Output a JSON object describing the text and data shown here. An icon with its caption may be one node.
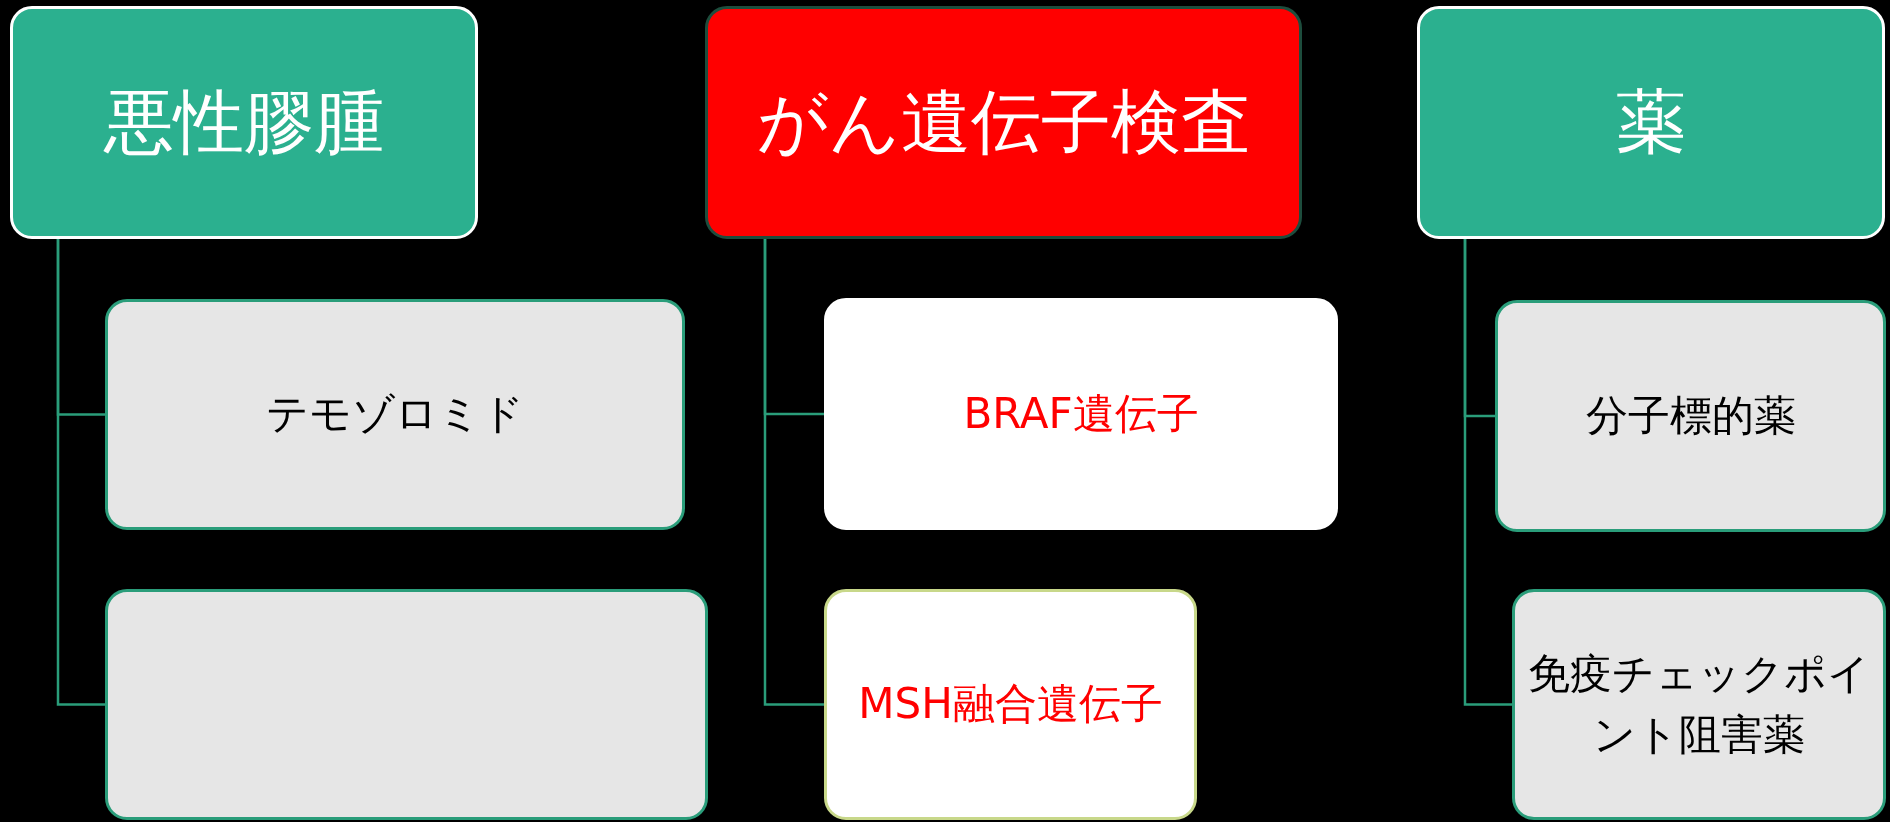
{
  "diagram": {
    "nodes": [
      {
        "text": [
          "悪性膠腫"
        ]
      },
      {
        "text": [
          "テモゾロミド"
        ]
      },
      {
        "text": [],
        "shape": "box"
      },
      {
        "text": [
          "がん遺伝子検査"
        ]
      },
      {
        "text": [
          "BRAF遺伝子"
        ]
      },
      {
        "text": [
          "MSH融合遺伝子"
        ]
      },
      {
        "text": [
          "薬"
        ]
      },
      {
        "text": [
          "分子標的薬"
        ]
      },
      {
        "text": [
          "免疫チェックポイント阻害薬"
        ]
      }
    ],
    "edges": [
      {
        "from": 0,
        "to": 1,
        "arrow": "none"
      },
      {
        "from": 0,
        "to": 2,
        "arrow": "none"
      },
      {
        "from": 3,
        "to": 4,
        "arrow": "none"
      },
      {
        "from": 3,
        "to": 5,
        "arrow": "none"
      },
      {
        "from": 6,
        "to": 7,
        "arrow": "none"
      },
      {
        "from": 6,
        "to": 8,
        "arrow": "none"
      }
    ]
  }
}
